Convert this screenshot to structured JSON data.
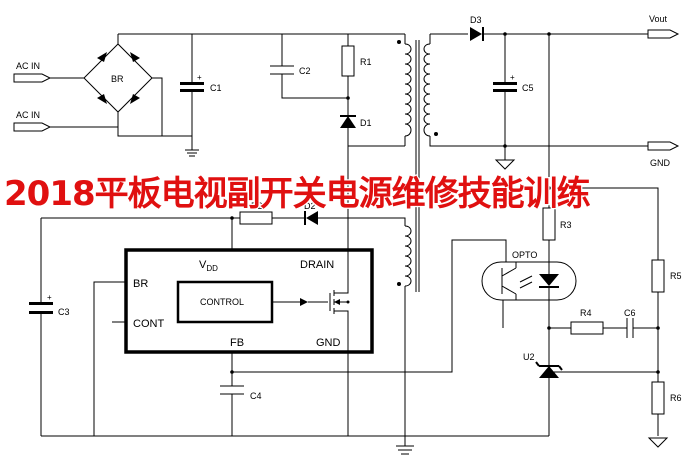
{
  "title": "2018平板电视副开关电源维修技能训练",
  "inputs": {
    "ac_in_1": "AC IN",
    "ac_in_2": "AC IN"
  },
  "outputs": {
    "vout": "Vout",
    "gnd": "GND"
  },
  "components": {
    "br": "BR",
    "c1": "C1",
    "c2": "C2",
    "r1": "R1",
    "d1": "D1",
    "d3": "D3",
    "c5": "C5",
    "r2": "R2",
    "d2": "D2",
    "c3": "C3",
    "c4": "C4",
    "r3": "R3",
    "opto": "OPTO",
    "r5": "R5",
    "r4": "R4",
    "c6": "C6",
    "u2": "U2",
    "r6": "R6"
  },
  "ic": {
    "vdd": "V",
    "vdd_sub": "DD",
    "drain": "DRAIN",
    "br_pin": "BR",
    "cont_pin": "CONT",
    "control": "CONTROL",
    "fb": "FB",
    "gnd": "GND"
  },
  "colors": {
    "title": "#e01010",
    "wire": "#000000",
    "background": "#ffffff"
  }
}
